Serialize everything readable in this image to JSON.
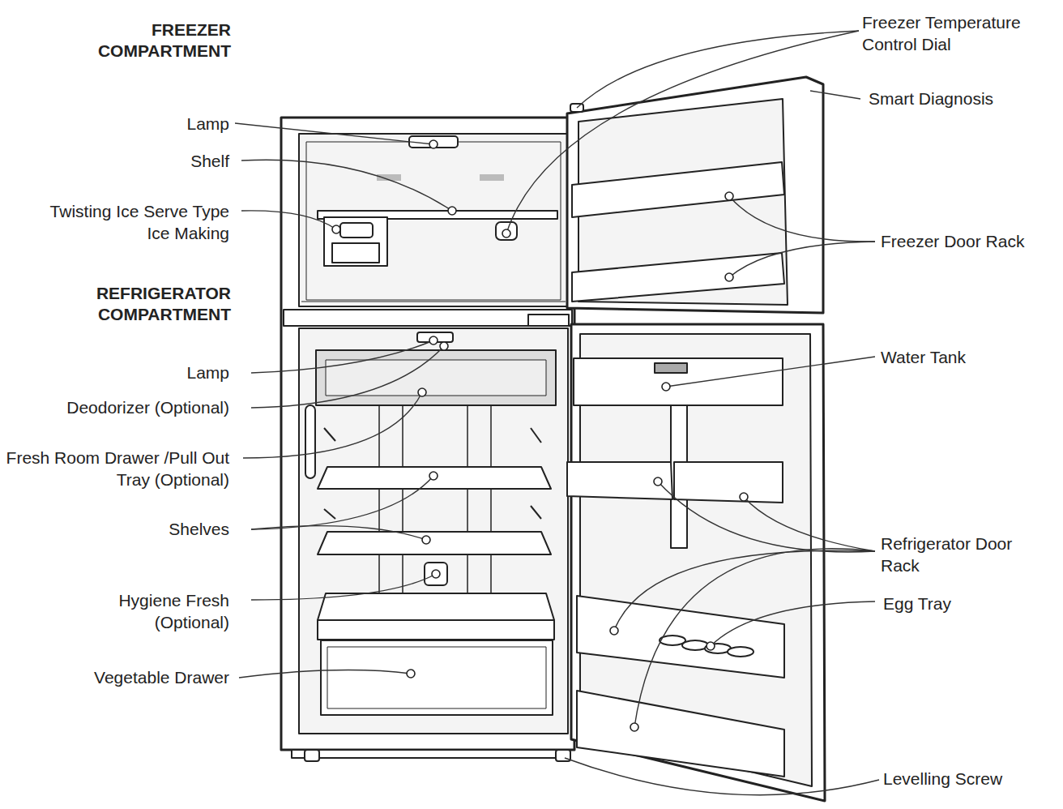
{
  "diagram": {
    "labels": [
      "FREEZER COMPARTMENT",
      "Lamp",
      "Shelf",
      "Twisting Ice Serve Type Ice Making",
      "REFRIGERATOR COMPARTMENT",
      "Lamp",
      "Deodorizer (Optional)",
      "Fresh Room Drawer /Pull Out Tray (Optional)",
      "Shelves",
      "Hygiene Fresh (Optional)",
      "Vegetable Drawer",
      "Freezer Temperature Control Dial",
      "Smart Diagnosis",
      "Freezer Door Rack",
      "Water Tank",
      "Refrigerator Door Rack",
      "Egg Tray",
      "Levelling Screw"
    ]
  }
}
